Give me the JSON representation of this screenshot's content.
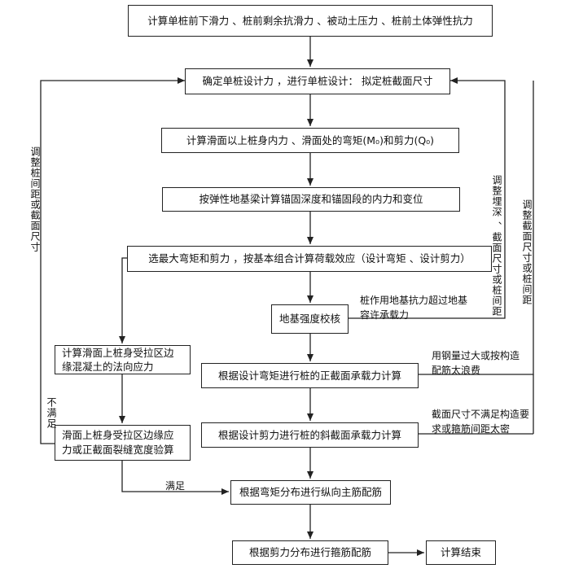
{
  "boxes": {
    "b1": "计算单桩前下滑力 、桩前剩余抗滑力 、被动土压力 、桩前土体弹性抗力",
    "b2": "确定单桩设计力 ，进行单桩设计： 拟定桩截面尺寸",
    "b3": "计算滑面以上桩身内力 、滑面处的弯矩(M₀)和剪力(Q₀)",
    "b4": "按弹性地基梁计算锚固深度和锚固段的内力和变位",
    "b5": "选最大弯矩和剪力 ，按基本组合计算荷载效应（设计弯矩 、设计剪力）",
    "b6": "地基强度校核",
    "b7": "计算滑面上桩身受拉区边缘混凝土的法向应力",
    "b8": "根据设计弯矩进行桩的正截面承载力计算",
    "b9": "滑面上桩身受拉区边缘应力或正截面裂缝宽度验算",
    "b10": "根据设计剪力进行桩的斜截面承载力计算",
    "b11": "根据弯矩分布进行纵向主筋配筋",
    "b12": "根据剪力分布进行箍筋配筋",
    "b13": "计算结束"
  },
  "annotations": {
    "a_soil": "桩作用地基抗力超过地基容许承载力",
    "a_steel": "用钢量过大或按构造配筋太浪费",
    "a_section": "截面尺寸不满足构造要求或箍筋间距太密",
    "satisfied": "满足",
    "not_satisfied": "不满足"
  },
  "side_labels": {
    "left": "调整桩间距或截面尺寸",
    "right1": "调整埋深 、截面尺寸或桩间距",
    "right2": "调整截面尺寸或桩间距"
  }
}
